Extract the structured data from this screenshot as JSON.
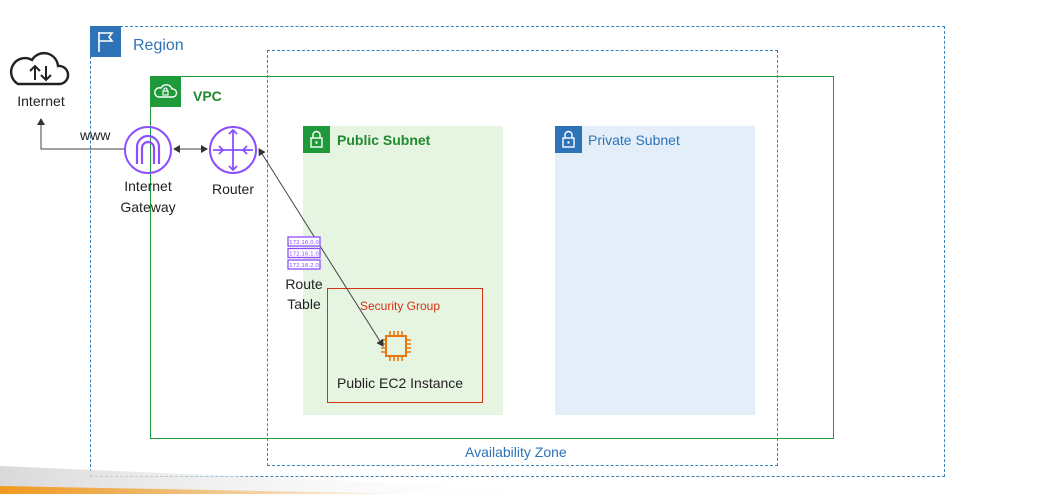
{
  "region": {
    "label": "Region"
  },
  "vpc": {
    "label": "VPC"
  },
  "availability_zone": {
    "label": "Availability Zone"
  },
  "public_subnet": {
    "label": "Public Subnet"
  },
  "private_subnet": {
    "label": "Private Subnet"
  },
  "security_group": {
    "label": "Security Group"
  },
  "ec2": {
    "label": "Public EC2 Instance"
  },
  "internet": {
    "label": "Internet"
  },
  "www": {
    "label": "www"
  },
  "internet_gateway": {
    "label_line1": "Internet",
    "label_line2": "Gateway"
  },
  "router": {
    "label": "Router"
  },
  "route_table": {
    "label_line1": "Route",
    "label_line2": "Table",
    "entries": [
      "172.16.0.0",
      "172.16.1.0",
      "172.16.2.0"
    ]
  },
  "colors": {
    "region": "#2e73b8",
    "vpc": "#1f9a3a",
    "public_subnet_fill": "#e6f4e2",
    "private_subnet_fill": "#e3eef8",
    "security_group": "#d13212",
    "purple_icons": "#8c4fff",
    "ec2_icon": "#e7760f"
  }
}
